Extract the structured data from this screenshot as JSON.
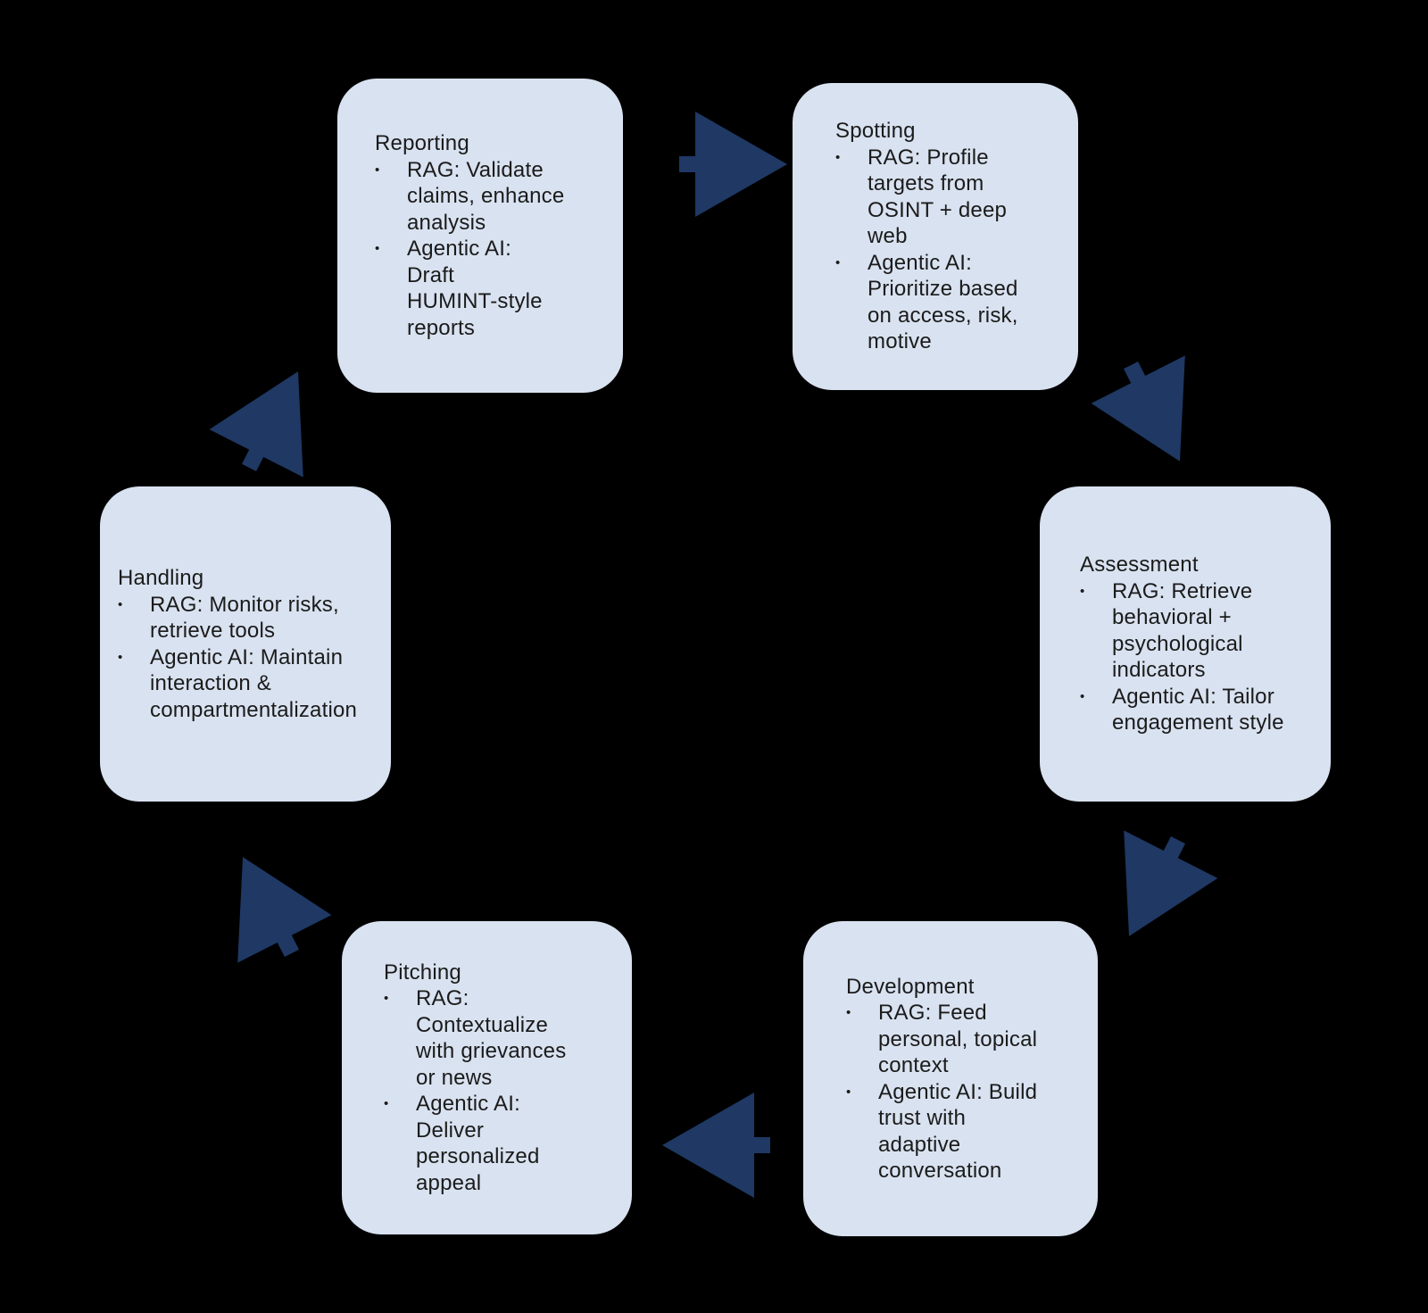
{
  "ui": {
    "bullet_char": "•"
  },
  "colors": {
    "background": "#000000",
    "box_fill": "#d9e2f0",
    "arrow_fill": "#1f3864",
    "text": "#1b1b1b"
  },
  "cycle": {
    "stages": [
      {
        "id": "reporting",
        "title": "Reporting",
        "bullets": [
          "RAG: Validate\nclaims, enhance\nanalysis",
          "Agentic AI:\nDraft\nHUMINT-style\nreports"
        ]
      },
      {
        "id": "spotting",
        "title": "Spotting",
        "bullets": [
          "RAG: Profile\ntargets from\nOSINT + deep\nweb",
          "Agentic AI:\nPrioritize based\non access, risk,\nmotive"
        ]
      },
      {
        "id": "assessment",
        "title": "Assessment",
        "bullets": [
          "RAG: Retrieve\nbehavioral +\npsychological\nindicators",
          "Agentic AI: Tailor\nengagement style"
        ]
      },
      {
        "id": "development",
        "title": "Development",
        "bullets": [
          "RAG: Feed\npersonal, topical\ncontext",
          "Agentic AI: Build\ntrust with\nadaptive\nconversation"
        ]
      },
      {
        "id": "pitching",
        "title": "Pitching",
        "bullets": [
          "RAG:\nContextualize\nwith grievances\nor news",
          "Agentic AI:\nDeliver\npersonalized\nappeal"
        ]
      },
      {
        "id": "handling",
        "title": "Handling",
        "bullets": [
          "RAG: Monitor risks,\nretrieve tools",
          "Agentic AI: Maintain\ninteraction &\ncompartmentalization"
        ]
      }
    ],
    "connections": [
      {
        "from": "Reporting",
        "to": "Spotting"
      },
      {
        "from": "Spotting",
        "to": "Assessment"
      },
      {
        "from": "Assessment",
        "to": "Development"
      },
      {
        "from": "Development",
        "to": "Pitching"
      },
      {
        "from": "Pitching",
        "to": "Handling"
      },
      {
        "from": "Handling",
        "to": "Reporting"
      }
    ]
  }
}
